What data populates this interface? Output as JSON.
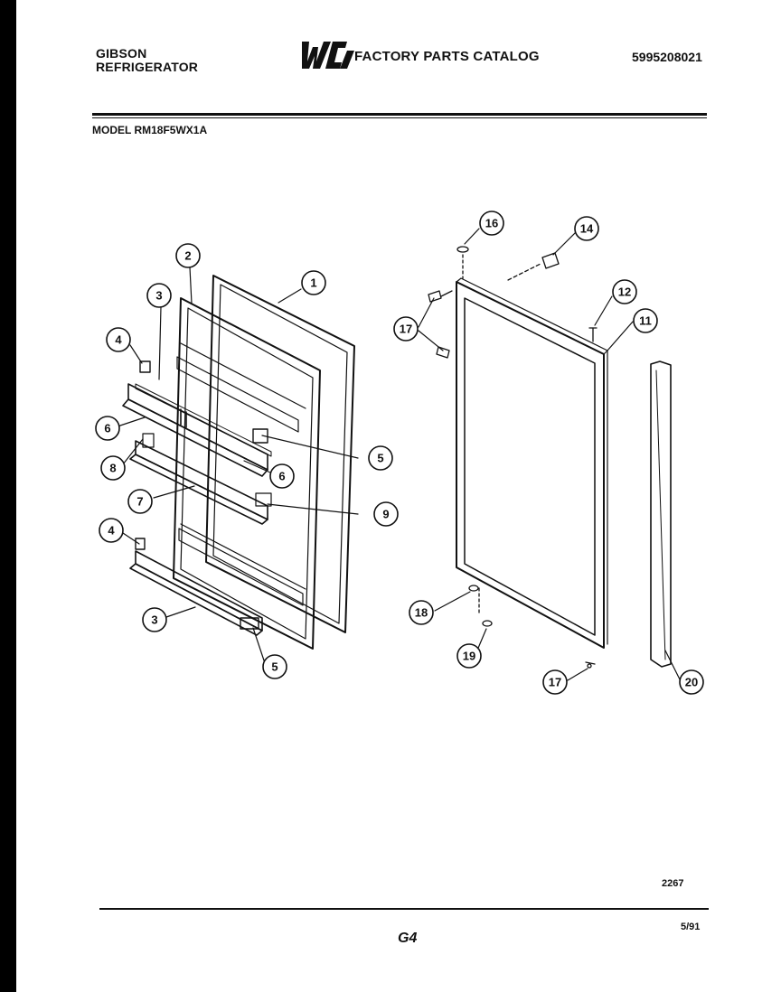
{
  "header": {
    "brand_line1": "GIBSON",
    "brand_line2": "REFRIGERATOR",
    "logo_text": "WCI",
    "catalog_title": "FACTORY PARTS CATALOG",
    "catalog_number": "5995208021",
    "model_line": "MODEL RM18F5WX1A"
  },
  "footer": {
    "diagram_code": "2267",
    "page_label": "G4",
    "date_code": "5/91"
  },
  "callouts": [
    "1",
    "2",
    "3",
    "4",
    "6",
    "8",
    "7",
    "4",
    "3",
    "5",
    "5",
    "6",
    "9",
    "16",
    "14",
    "17",
    "12",
    "11",
    "18",
    "19",
    "17",
    "20"
  ]
}
